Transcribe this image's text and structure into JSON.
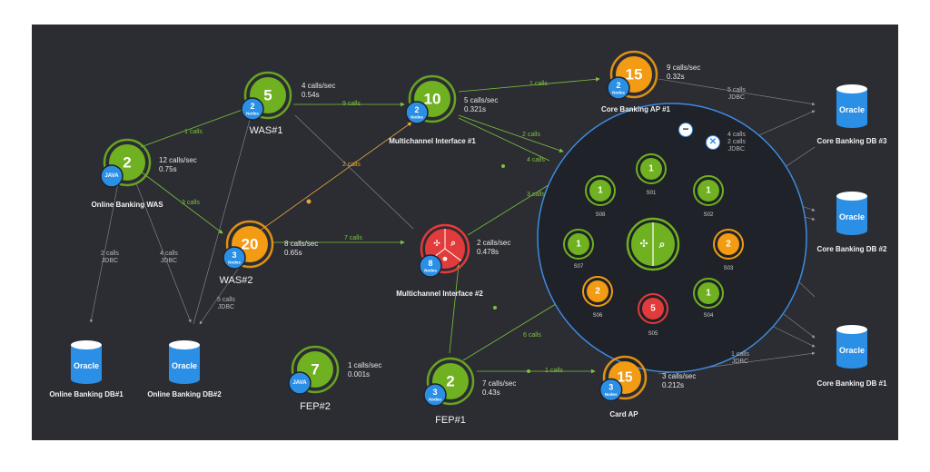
{
  "nodes": {
    "online_banking_was": {
      "label": "Online Banking WAS",
      "value": "2",
      "badge": "JAVA",
      "stat1": "12 calls/sec",
      "stat2": "0.75s"
    },
    "was1": {
      "label": "WAS#1",
      "value": "5",
      "badge": "2",
      "badge_sub": "Nodes",
      "stat1": "4 calls/sec",
      "stat2": "0.54s"
    },
    "was2": {
      "label": "WAS#2",
      "value": "20",
      "badge": "3",
      "badge_sub": "Nodes",
      "stat1": "8 calls/sec",
      "stat2": "0.65s"
    },
    "mc1": {
      "label": "Multichannel Interface #1",
      "value": "10",
      "badge": "2",
      "badge_sub": "Nodes",
      "stat1": "5 calls/sec",
      "stat2": "0.321s"
    },
    "mc2": {
      "label": "Multichannel Interface #2",
      "badge": "8",
      "badge_sub": "Nodes",
      "stat1": "2 calls/sec",
      "stat2": "0.478s"
    },
    "core_ap1": {
      "label": "Core Banking AP #1",
      "value": "15",
      "badge": "2",
      "badge_sub": "Nodes",
      "stat1": "9 calls/sec",
      "stat2": "0.32s"
    },
    "fep2": {
      "label": "FEP#2",
      "value": "7",
      "badge": "JAVA",
      "stat1": "1 calls/sec",
      "stat2": "0.001s"
    },
    "fep1": {
      "label": "FEP#1",
      "value": "2",
      "badge": "3",
      "badge_sub": "Nodes",
      "stat1": "7 calls/sec",
      "stat2": "0.43s"
    },
    "card_ap": {
      "label": "Card AP",
      "value": "15",
      "badge": "3",
      "badge_sub": "Nodes",
      "stat1": "3 calls/sec",
      "stat2": "0.212s"
    }
  },
  "databases": {
    "db_icon_text": "Oracle",
    "ob_db1": "Online Banking DB#1",
    "ob_db2": "Online Banking DB#2",
    "core_db3": "Core Banking DB #3",
    "core_db2": "Core Banking DB #2",
    "core_db1": "Core Banking DB #1"
  },
  "cluster": {
    "s01": {
      "value": "1",
      "label": "S01"
    },
    "s02": {
      "value": "1",
      "label": "S02"
    },
    "s03": {
      "value": "2",
      "label": "S03"
    },
    "s04": {
      "value": "1",
      "label": "S04"
    },
    "s05": {
      "value": "5",
      "label": "S05"
    },
    "s06": {
      "value": "2",
      "label": "S06"
    },
    "s07": {
      "value": "1",
      "label": "S07"
    },
    "s08": {
      "value": "1",
      "label": "S08"
    }
  },
  "edges": {
    "obwas_was1": "1 calls",
    "was1_mc1": "9 calls",
    "obwas_was2": "3 calls",
    "was2_mc1": "2 calls",
    "was2_mc2": "7 calls",
    "mc1_core": "1 calls",
    "mc1_cluster_a": "2 calls",
    "mc1_cluster_b": "4 calls",
    "mc2_cluster": "3 calls",
    "fep1_cluster": "6 calls",
    "fep1_card": "1 calls",
    "obwas_db1": "2 calls\nJDBC",
    "obwas_db2": "4 calls\nJDBC",
    "was2_db2": "5 calls\nJDBC",
    "core_db3_a": "5 calls\nJDBC",
    "core_db3_b": "4 calls\n2 calls\nJDBC",
    "card_db1": "1 calls\nJDBC"
  },
  "colors": {
    "green": "#6fb120",
    "orange": "#f29b13",
    "red": "#e23b3b",
    "blue": "#2b8fe6",
    "edge_green": "#7cc23a",
    "edge_orange": "#e8a33a",
    "edge_gray": "#8a8c91",
    "background": "#2b2d33"
  }
}
